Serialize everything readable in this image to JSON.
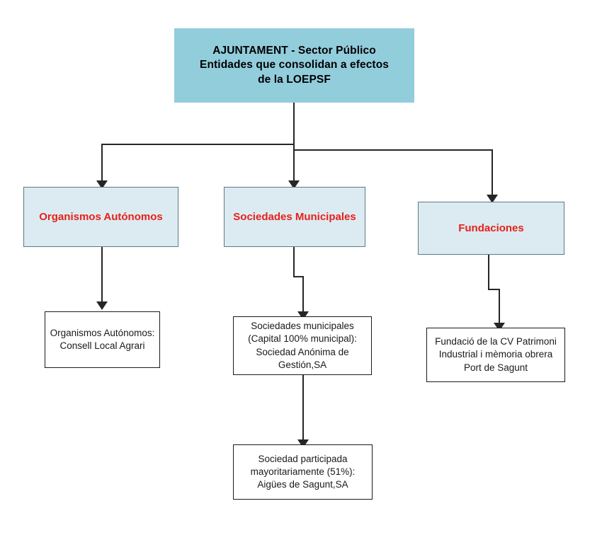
{
  "diagram": {
    "title": "AJUNTAMENT - Sector Público: Entidades que consolidan a efectos de la LOEPSF",
    "colors": {
      "root_fill": "#92CDDC",
      "category_fill": "#DCEBF1",
      "category_border": "#5A7A86",
      "category_text": "#E8201A",
      "leaf_fill": "#FFFFFF",
      "leaf_border": "#1A1A1A",
      "connector": "#262626"
    },
    "root": {
      "label": "AJUNTAMENT - Sector Público\nEntidades que consolidan a efectos\nde la LOEPSF"
    },
    "categories": [
      {
        "label": "Organismos Autónomos"
      },
      {
        "label": "Sociedades Municipales"
      },
      {
        "label": "Fundaciones"
      }
    ],
    "leaves": [
      {
        "label": "Organismos Autónomos:\nConsell Local Agrari"
      },
      {
        "label": "Sociedades municipales\n(Capital 100% municipal):\nSociedad Anónima de\nGestión,SA"
      },
      {
        "label": "Fundació de la CV Patrimoni\nIndustrial i mèmoria obrera\nPort de Sagunt"
      },
      {
        "label": "Sociedad participada\nmayoritariamente (51%):\nAigües de Sagunt,SA"
      }
    ]
  }
}
